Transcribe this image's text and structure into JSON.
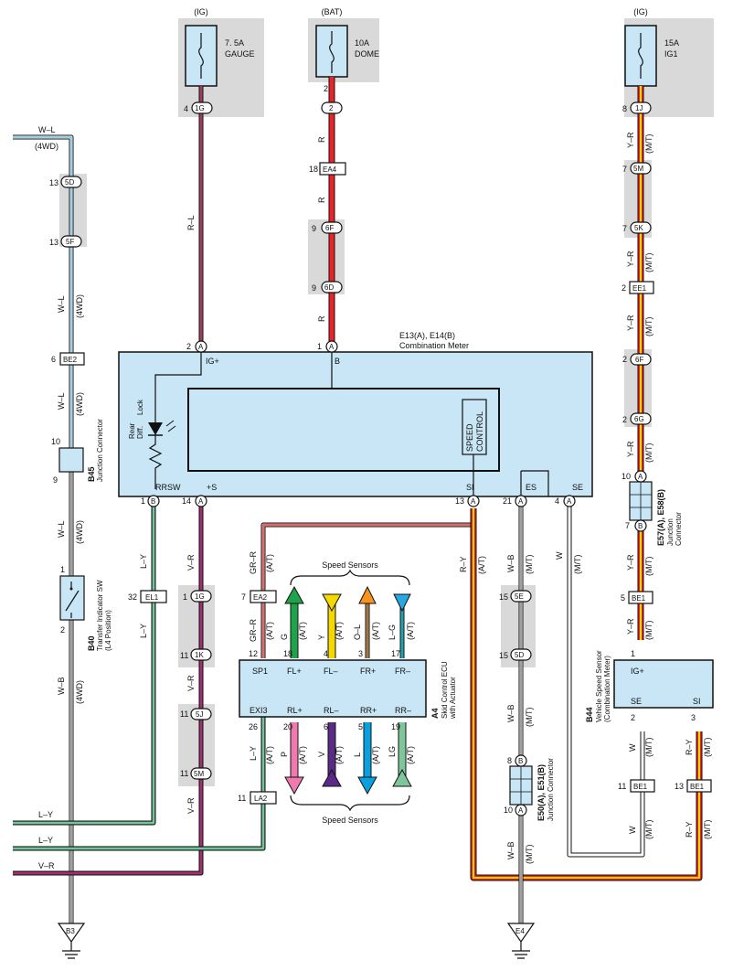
{
  "fuses": [
    {
      "source": "(IG)",
      "rating": "7. 5A",
      "name": "GAUGE",
      "pin": "4",
      "conn": "1G"
    },
    {
      "source": "(BAT)",
      "rating": "10A",
      "name": "DOME",
      "pin": "2",
      "conn": "2"
    },
    {
      "source": "(IG)",
      "rating": "15A",
      "name": "IG1",
      "pin": "8",
      "conn": "1J"
    }
  ],
  "meter": {
    "title": "E13(A), E14(B)",
    "subtitle": "Combination Meter",
    "ig_label": "IG+",
    "b_label": "B",
    "lamp_label1": "Rear",
    "lamp_label2": "Diff.",
    "lamp_label3": "Lock",
    "speed_ctrl1": "SPEED",
    "speed_ctrl2": "CONTROL",
    "rrsw": "RRSW",
    "s_plus": "+S",
    "si": "SI",
    "es": "ES",
    "se": "SE"
  },
  "ecu": {
    "title": "A4",
    "subtitle1": "Skid Control ECU",
    "subtitle2": "with Actuator",
    "top_terms": [
      "SP1",
      "FL+",
      "FL–",
      "FR+",
      "FR–"
    ],
    "bot_terms": [
      "EXI3",
      "RL+",
      "RL–",
      "RR+",
      "RR–"
    ],
    "top_pins": [
      "12",
      "18",
      "4",
      "3",
      "17"
    ],
    "bot_pins": [
      "26",
      "20",
      "6",
      "5",
      "19"
    ],
    "speed_sensors": "Speed Sensors"
  },
  "vss": {
    "title": "B44",
    "subtitle1": "Vehicle Speed Sensor",
    "subtitle2": "(Combination Meter)",
    "ig": "IG+",
    "se": "SE",
    "si": "SI"
  },
  "b45": {
    "title": "B45",
    "subtitle": "Junction Connector"
  },
  "b40": {
    "title": "B40",
    "subtitle1": "Transfer Indicator SW",
    "subtitle2": "(L4 Position)"
  },
  "e57": {
    "title": "E57(A), E58(B)",
    "subtitle1": "Junction",
    "subtitle2": "Connector"
  },
  "e50": {
    "title": "E50(A), E51(B)",
    "subtitle": "Junction Connector"
  },
  "wires": {
    "wl": "W–L",
    "fourwd": "(4WD)",
    "rl": "R–L",
    "r": "R",
    "yr": "Y–R",
    "mt": "(M/T)",
    "ly": "L–Y",
    "vr": "V–R",
    "grr": "GR–R",
    "at": "(A/T)",
    "ry": "R–Y",
    "wb": "W–B",
    "w": "W",
    "g": "G",
    "y": "Y",
    "ol": "O–L",
    "lg": "L–G",
    "p": "P",
    "v": "V",
    "l": "L",
    "lgg": "LG"
  },
  "grounds": [
    "B3",
    "E4"
  ]
}
